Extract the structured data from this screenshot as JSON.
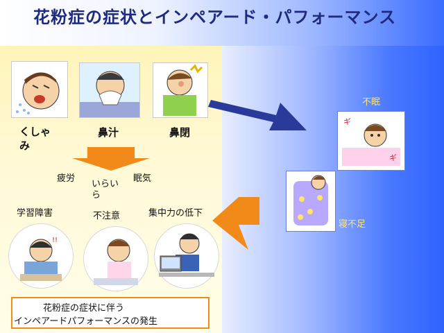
{
  "slide": {
    "title": "花粉症の症状とインペアード・パフォーマンス",
    "symptoms": {
      "sneeze": "くしゃみ",
      "runny_nose": "鼻汁",
      "nasal_blockage": "鼻閉"
    },
    "effects": {
      "fatigue": "疲労",
      "irritation": "いらいら",
      "sleepiness": "眠気",
      "learning": "学習障害",
      "inattention": "不注意",
      "concentration": "集中力の低下"
    },
    "sleep": {
      "insomnia": "不眠",
      "lack_of_sleep": "寝不足"
    },
    "bottom_text": {
      "line1": "花粉症の症状に伴う",
      "line2": "インペアードパフォーマンスの発生"
    },
    "colors": {
      "title": "#1f2a7c",
      "orange": "#f28a1a",
      "navy_arrow": "#2a3a9a",
      "yellow_text": "#ffe46a"
    }
  }
}
